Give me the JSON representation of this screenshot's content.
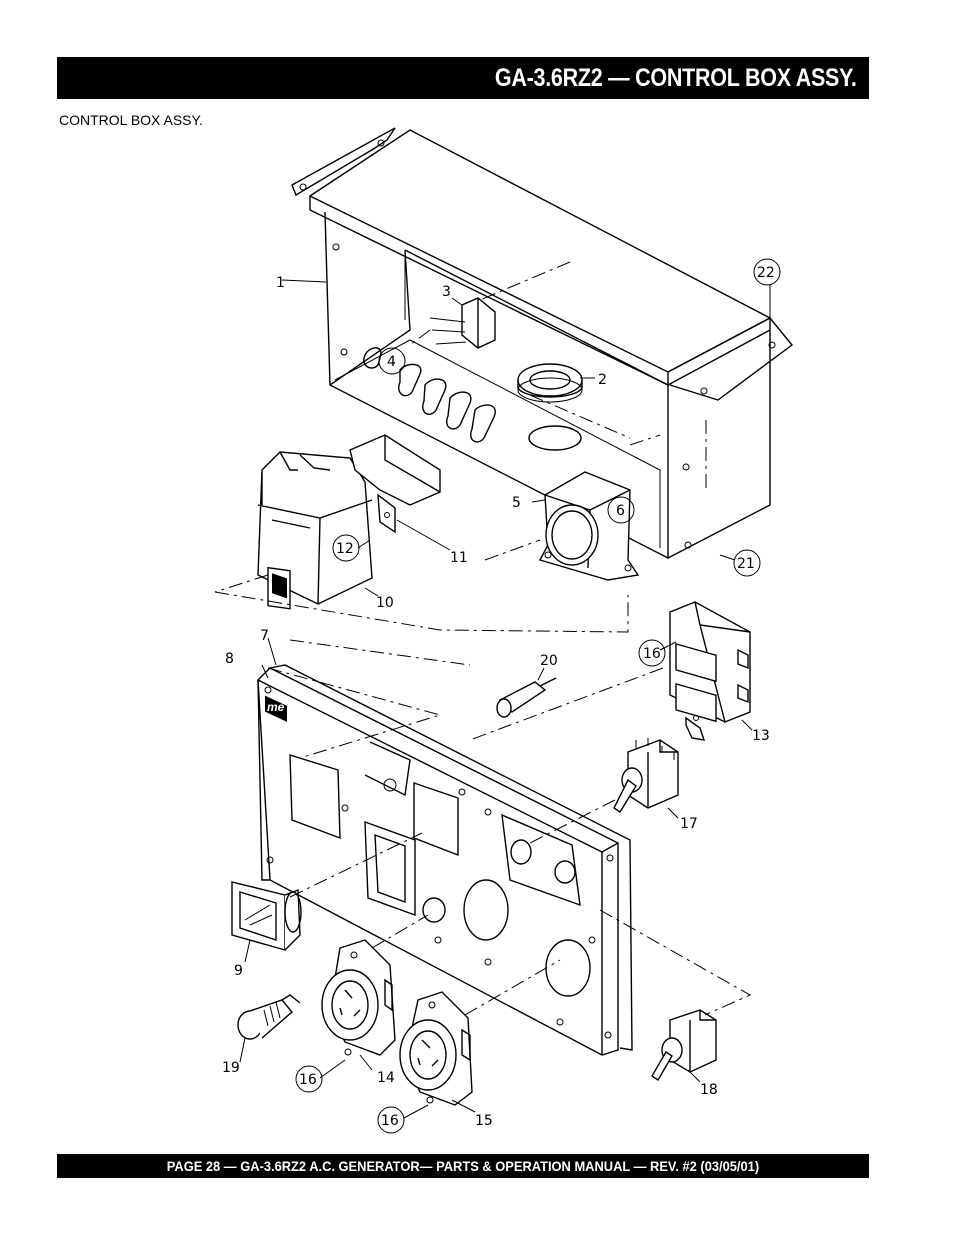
{
  "header": {
    "title": "GA-3.6RZ2 — CONTROL BOX ASSY."
  },
  "subtitle": "CONTROL  BOX ASSY.",
  "footer": {
    "text": "PAGE 28 — GA-3.6RZ2 A.C. GENERATOR— PARTS & OPERATION MANUAL — REV. #2 (03/05/01)"
  },
  "callouts": {
    "c1": "1",
    "c2": "2",
    "c3": "3",
    "c4": "4",
    "c5": "5",
    "c6": "6",
    "c7": "7",
    "c8": "8",
    "c9": "9",
    "c10": "10",
    "c11": "11",
    "c12": "12",
    "c13": "13",
    "c14": "14",
    "c15": "15",
    "c16a": "16",
    "c16b": "16",
    "c16c": "16",
    "c17": "17",
    "c18": "18",
    "c19": "19",
    "c20": "20",
    "c21": "21",
    "c22": "22"
  },
  "logo": "me"
}
